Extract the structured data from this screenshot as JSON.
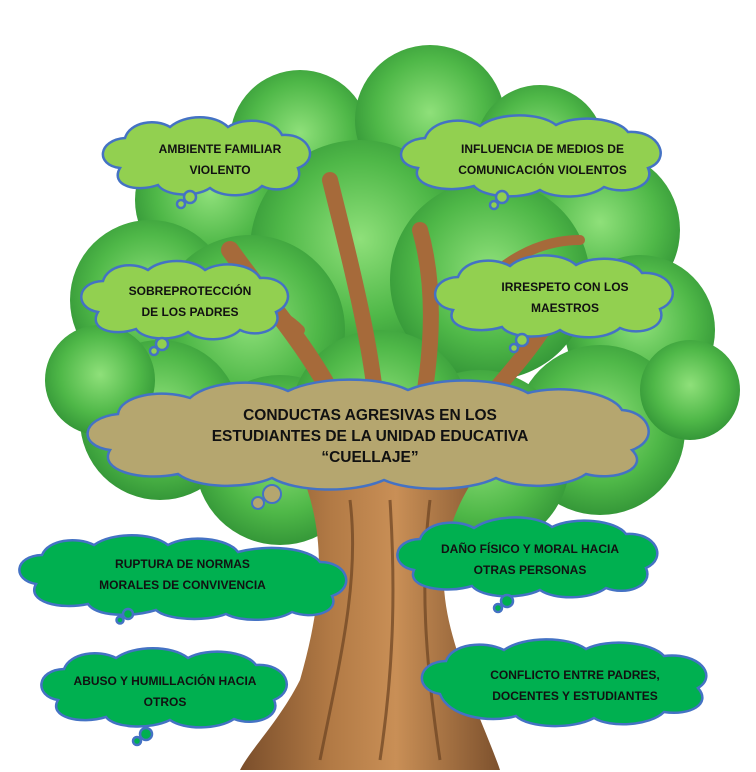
{
  "diagram": {
    "central": {
      "lines": [
        "CONDUCTAS AGRESIVAS EN LOS",
        "ESTUDIANTES DE LA UNIDAD EDUCATIVA",
        "“CUELLAJE”"
      ],
      "fill": "#b5a66f"
    },
    "causes": [
      {
        "lines": [
          "AMBIENTE FAMILIAR",
          "VIOLENTO"
        ]
      },
      {
        "lines": [
          "INFLUENCIA DE MEDIOS DE",
          "COMUNICACIÓN VIOLENTOS"
        ]
      },
      {
        "lines": [
          "SOBREPROTECCIÓN",
          "DE LOS PADRES"
        ]
      },
      {
        "lines": [
          "IRRESPETO CON LOS",
          "MAESTROS"
        ]
      }
    ],
    "effects": [
      {
        "lines": [
          "RUPTURA DE NORMAS",
          "MORALES DE CONVIVENCIA"
        ]
      },
      {
        "lines": [
          "DAÑO FÍSICO Y MORAL HACIA",
          "OTRAS PERSONAS"
        ]
      },
      {
        "lines": [
          "ABUSO Y HUMILLACIÓN HACIA",
          "OTROS"
        ]
      },
      {
        "lines": [
          "CONFLICTO ENTRE PADRES,",
          "DOCENTES Y ESTUDIANTES"
        ]
      }
    ],
    "colors": {
      "cause_fill": "#92d050",
      "effect_fill": "#00b050",
      "cloud_outline": "#4472c4",
      "foliage": "#4fb848",
      "trunk": "#9c6a3e"
    }
  }
}
